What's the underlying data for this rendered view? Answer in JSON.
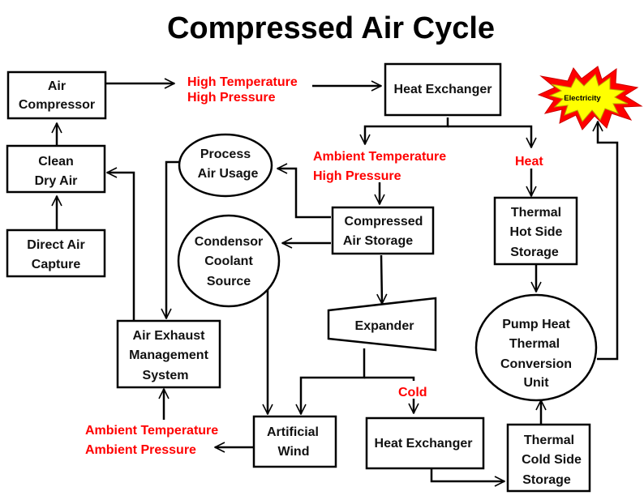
{
  "title": "Compressed Air Cycle",
  "colors": {
    "accent": "#ff0000",
    "burst_fill": "#ffff00",
    "burst_outline": "#ff0000",
    "stroke": "#000000"
  },
  "nodes": {
    "air_compressor": [
      "Air",
      "Compressor"
    ],
    "clean_dry_air": [
      "Clean",
      "Dry Air"
    ],
    "direct_air_capture": [
      "Direct Air",
      "Capture"
    ],
    "heat_exchanger_top": [
      "Heat Exchanger"
    ],
    "process_air_usage": [
      "Process",
      "Air Usage"
    ],
    "compressed_air_storage": [
      "Compressed",
      "Air Storage"
    ],
    "condensor": [
      "Condensor",
      "Coolant",
      "Source"
    ],
    "expander": [
      "Expander"
    ],
    "air_exhaust": [
      "Air Exhaust",
      "Management",
      "System"
    ],
    "artificial_wind": [
      "Artificial",
      "Wind"
    ],
    "heat_exchanger_bottom": [
      "Heat Exchanger"
    ],
    "thermal_hot": [
      "Thermal",
      "Hot Side",
      "Storage"
    ],
    "pump_heat": [
      "Pump Heat",
      "Thermal",
      "Conversion",
      "Unit"
    ],
    "thermal_cold": [
      "Thermal",
      "Cold Side",
      "Storage"
    ],
    "electricity": [
      "Electricity"
    ]
  },
  "labels": {
    "high_temp_pressure": [
      "High Temperature",
      "High Pressure"
    ],
    "ambient_temp_high_pressure": [
      "Ambient Temperature",
      "High Pressure"
    ],
    "heat": [
      "Heat"
    ],
    "cold": [
      "Cold"
    ],
    "ambient_temp_pressure": [
      "Ambient Temperature",
      "Ambient Pressure"
    ]
  }
}
